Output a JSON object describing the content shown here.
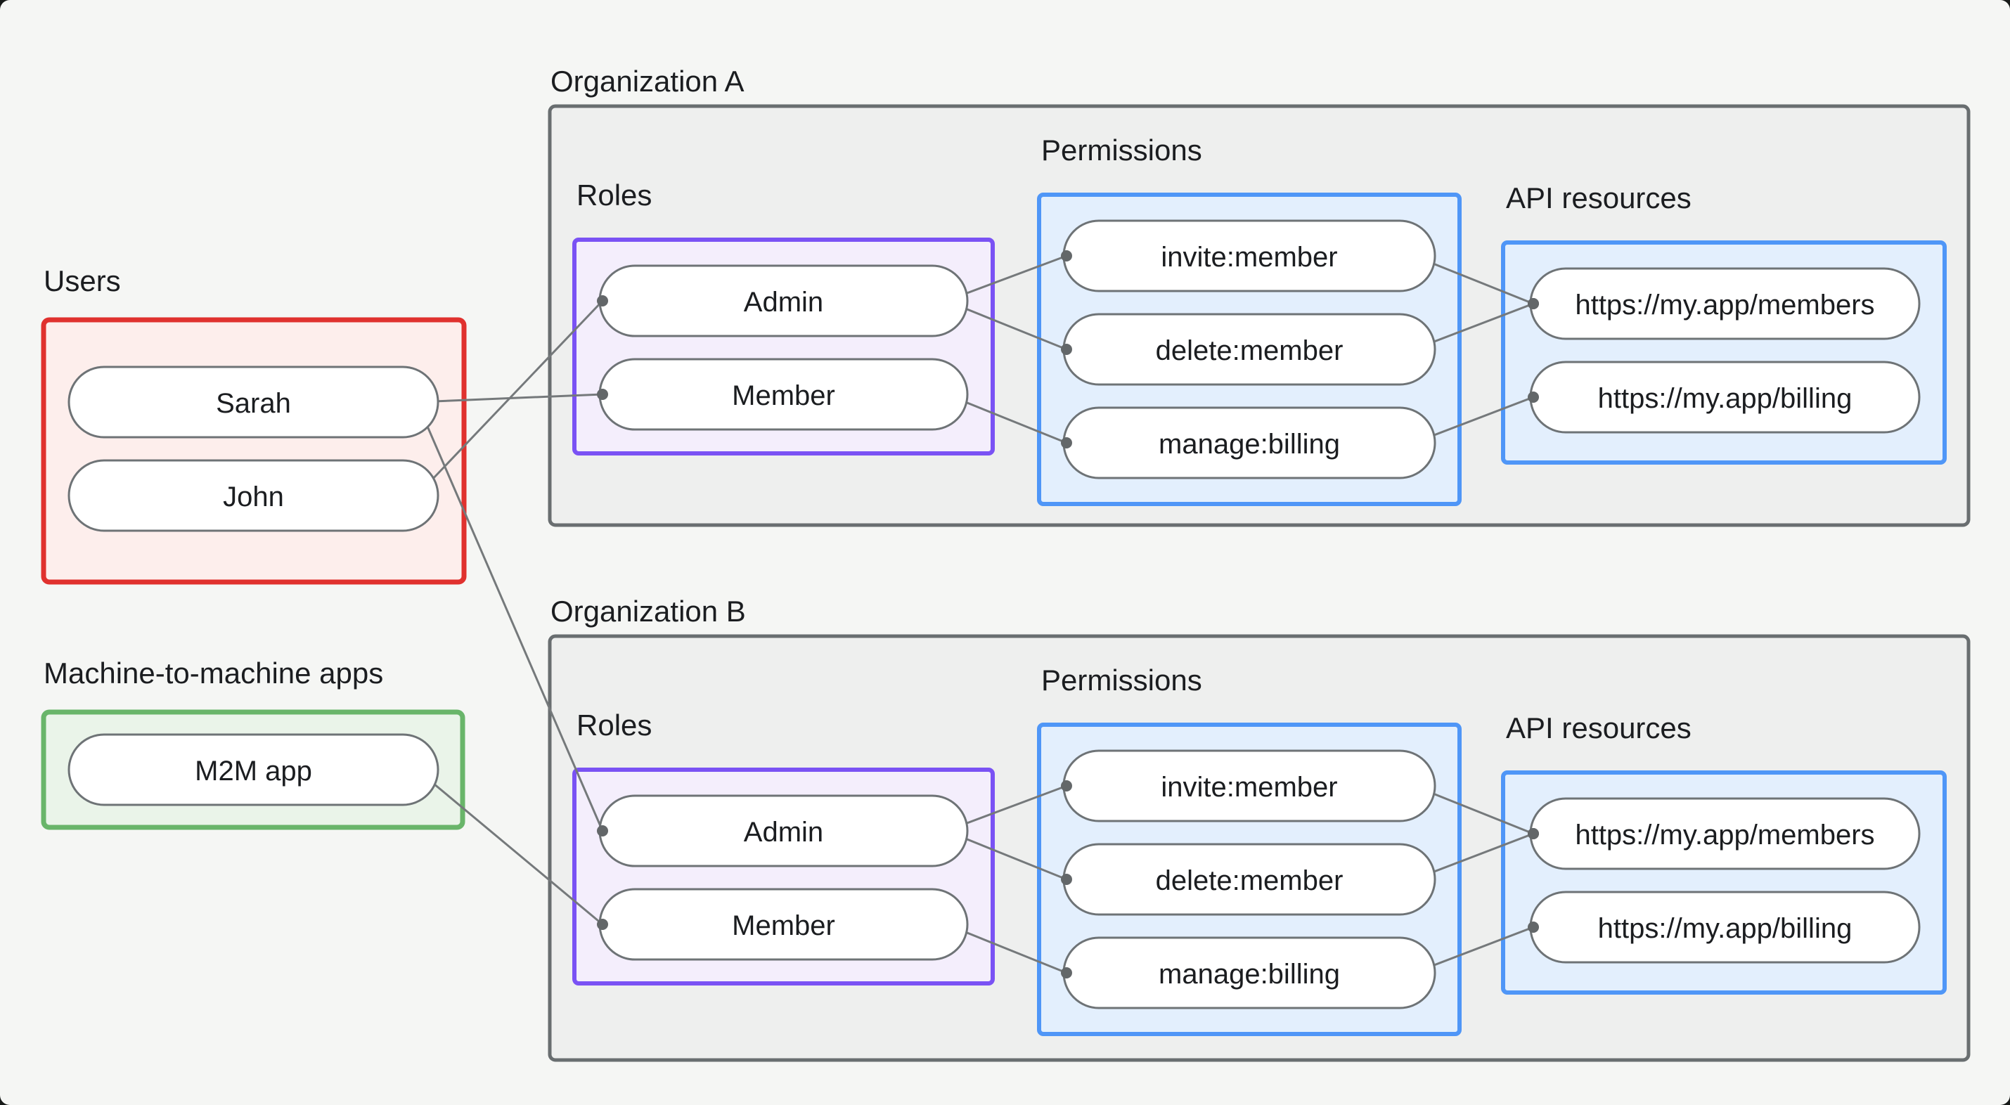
{
  "diagram": {
    "users": {
      "label": "Users",
      "items": [
        "Sarah",
        "John"
      ]
    },
    "m2m": {
      "label": "Machine-to-machine apps",
      "items": [
        "M2M app"
      ]
    },
    "organizations": [
      {
        "title": "Organization A",
        "roles": {
          "label": "Roles",
          "items": [
            "Admin",
            "Member"
          ]
        },
        "permissions": {
          "label": "Permissions",
          "items": [
            "invite:member",
            "delete:member",
            "manage:billing"
          ]
        },
        "api_resources": {
          "label": "API resources",
          "items": [
            "https://my.app/members",
            "https://my.app/billing"
          ]
        }
      },
      {
        "title": "Organization B",
        "roles": {
          "label": "Roles",
          "items": [
            "Admin",
            "Member"
          ]
        },
        "permissions": {
          "label": "Permissions",
          "items": [
            "invite:member",
            "delete:member",
            "manage:billing"
          ]
        },
        "api_resources": {
          "label": "API resources",
          "items": [
            "https://my.app/members",
            "https://my.app/billing"
          ]
        }
      }
    ],
    "edges": [
      {
        "from": "user-sarah",
        "to": "orgA-role-member"
      },
      {
        "from": "user-john",
        "to": "orgA-role-admin"
      },
      {
        "from": "user-sarah",
        "to": "orgB-role-admin"
      },
      {
        "from": "m2m-app",
        "to": "orgB-role-member"
      },
      {
        "from": "orgA-role-admin",
        "to": "orgA-perm-invite"
      },
      {
        "from": "orgA-role-admin",
        "to": "orgA-perm-delete"
      },
      {
        "from": "orgA-role-member",
        "to": "orgA-perm-manage"
      },
      {
        "from": "orgA-perm-invite",
        "to": "orgA-api-members"
      },
      {
        "from": "orgA-perm-delete",
        "to": "orgA-api-members"
      },
      {
        "from": "orgA-perm-manage",
        "to": "orgA-api-billing"
      },
      {
        "from": "orgB-role-admin",
        "to": "orgB-perm-invite"
      },
      {
        "from": "orgB-role-admin",
        "to": "orgB-perm-delete"
      },
      {
        "from": "orgB-role-member",
        "to": "orgB-perm-manage"
      },
      {
        "from": "orgB-perm-invite",
        "to": "orgB-api-members"
      },
      {
        "from": "orgB-perm-delete",
        "to": "orgB-api-members"
      },
      {
        "from": "orgB-perm-manage",
        "to": "orgB-api-billing"
      }
    ],
    "colors": {
      "page_bg": "#f5f6f4",
      "users_border": "#e0312e",
      "users_fill": "#fdeeec",
      "m2m_border": "#69b56a",
      "m2m_fill": "#eaf4e9",
      "org_border": "#696e70",
      "org_fill": "#eeefee",
      "roles_border": "#7a52f4",
      "roles_fill": "#f4eefc",
      "perm_border": "#4f96f7",
      "perm_fill": "#e3effd",
      "pill_border": "#6e7376",
      "pill_fill": "#ffffff",
      "edge": "#75797b",
      "edge_dot": "#636769",
      "text": "#1b1d20"
    }
  }
}
